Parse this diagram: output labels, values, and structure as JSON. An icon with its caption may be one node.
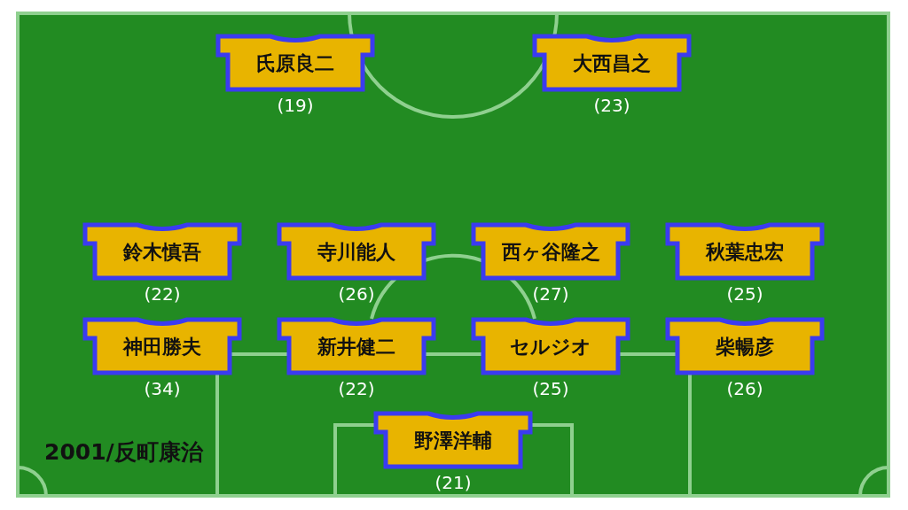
{
  "diagram": {
    "nodes": [
      {
        "text": [
          "氏原良二"
        ],
        "beside": [
          "(19)"
        ]
      },
      {
        "text": [
          "大西昌之"
        ],
        "beside": [
          "(23)"
        ]
      },
      {
        "text": [
          "鈴木慎吾"
        ],
        "beside": [
          "(22)"
        ]
      },
      {
        "text": [
          "寺川能人"
        ],
        "beside": [
          "(26)"
        ]
      },
      {
        "text": [
          "西ヶ谷隆之"
        ],
        "beside": [
          "(27)"
        ]
      },
      {
        "text": [
          "秋葉忠宏"
        ],
        "beside": [
          "(25)"
        ]
      },
      {
        "text": [
          "神田勝夫"
        ],
        "beside": [
          "(34)"
        ]
      },
      {
        "text": [
          "新井健二"
        ],
        "beside": [
          "(22)"
        ]
      },
      {
        "text": [
          "セルジオ"
        ],
        "beside": [
          "(25)"
        ]
      },
      {
        "text": [
          "柴暢彦"
        ],
        "beside": [
          "(26)"
        ]
      },
      {
        "text": [
          "野澤洋輔"
        ],
        "beside": [
          "(21)"
        ]
      }
    ],
    "labels": [
      "2001/反町康治"
    ]
  }
}
